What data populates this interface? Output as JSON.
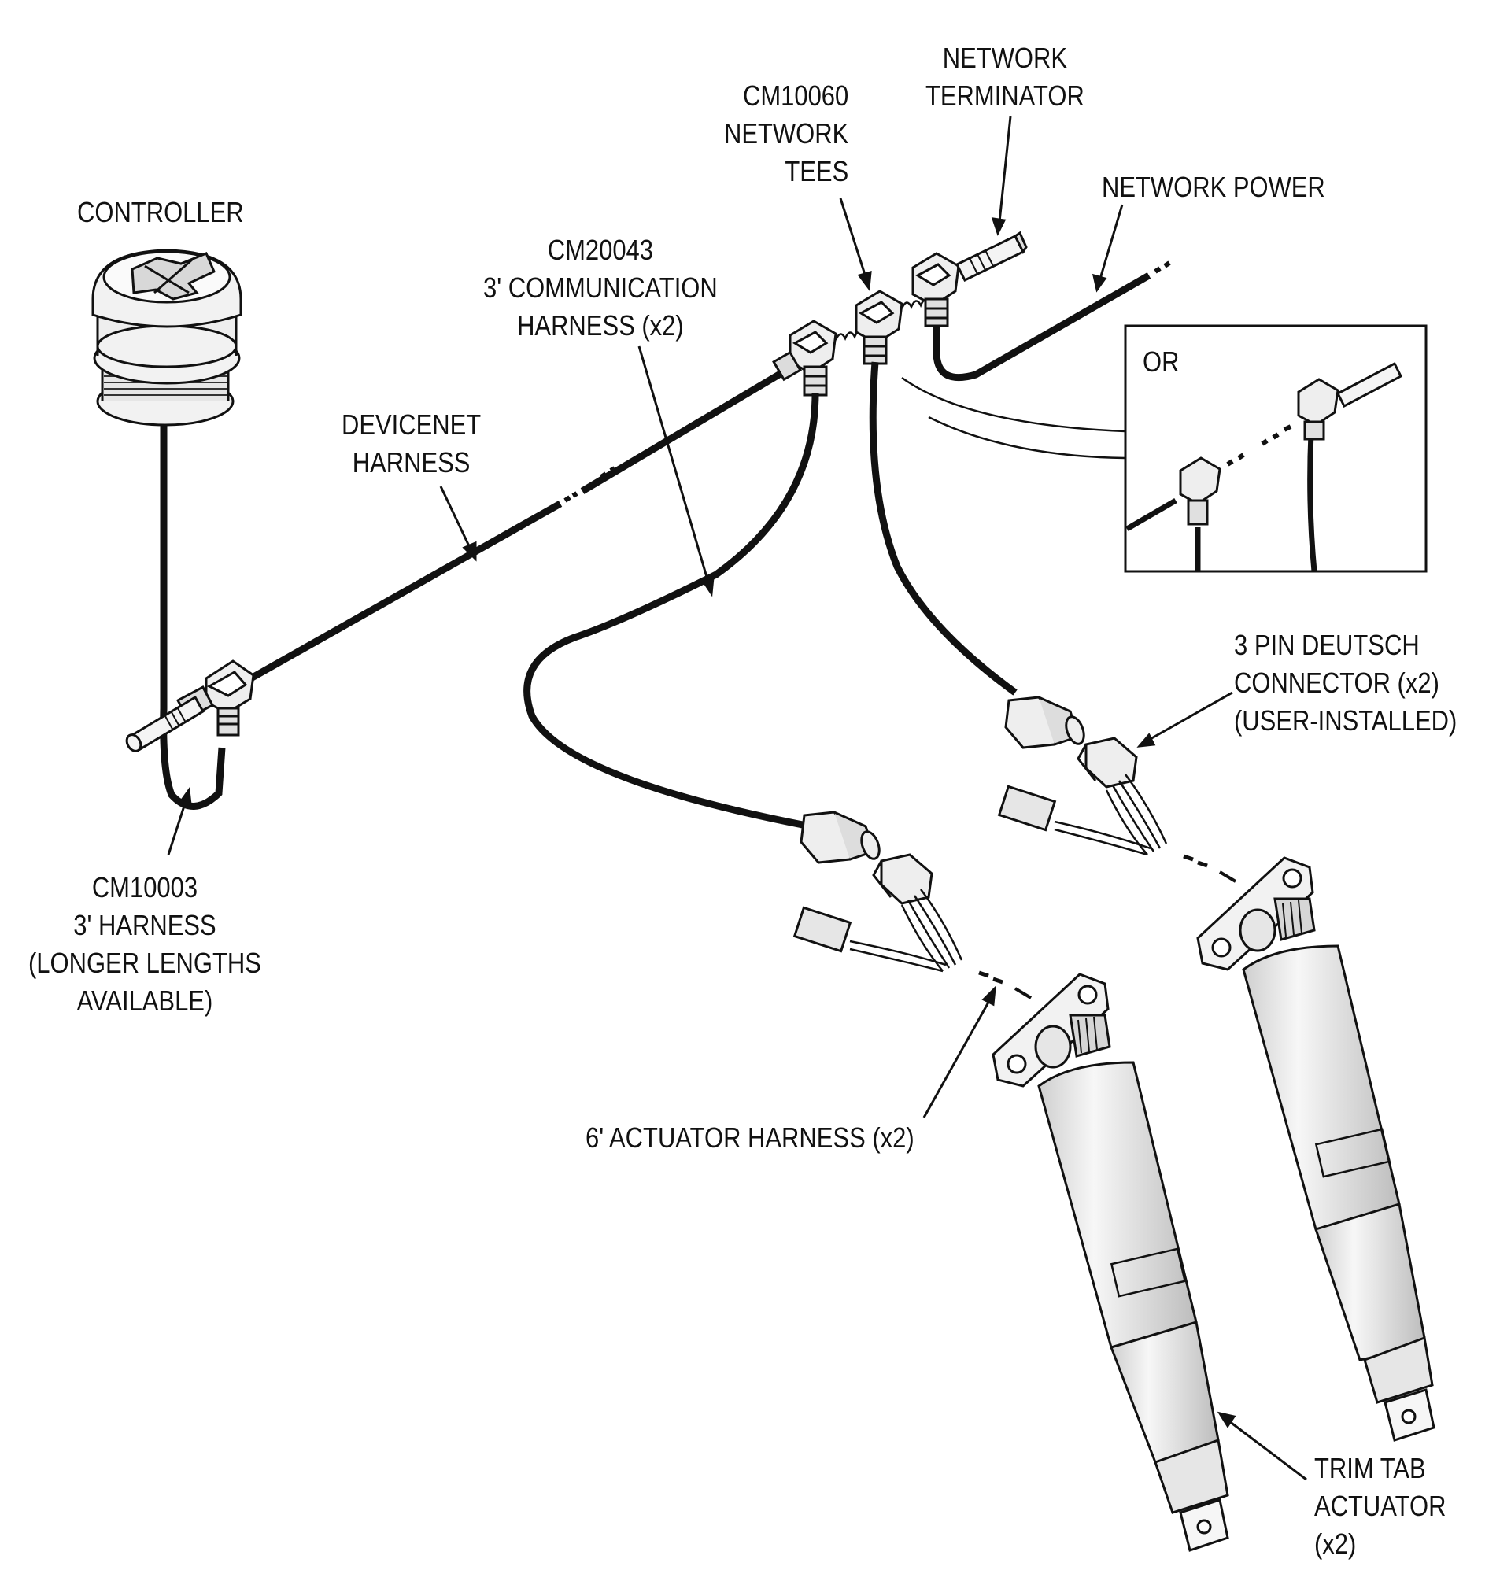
{
  "labels": {
    "controller": [
      "CONTROLLER"
    ],
    "devicenet_harness": [
      "DEVICENET",
      "HARNESS"
    ],
    "cm10003": [
      "CM10003",
      "3' HARNESS",
      "(LONGER LENGTHS",
      "AVAILABLE)"
    ],
    "cm20043": [
      "CM20043",
      "3' COMMUNICATION",
      "HARNESS (x2)"
    ],
    "cm10060": [
      "CM10060",
      "NETWORK",
      "TEES"
    ],
    "network_terminator": [
      "NETWORK",
      "TERMINATOR"
    ],
    "network_power": [
      "NETWORK POWER"
    ],
    "or": [
      "OR"
    ],
    "deutsch_connector": [
      "3 PIN DEUTSCH",
      "CONNECTOR (x2)",
      "(USER-INSTALLED)"
    ],
    "actuator_harness": [
      "6' ACTUATOR HARNESS (x2)"
    ],
    "trim_tab_actuator": [
      "TRIM TAB",
      "ACTUATOR",
      "(x2)"
    ]
  },
  "colors": {
    "ink": "#111111",
    "fill_light": "#f2f2f2",
    "fill_mid": "#d9d9d9",
    "background": "#ffffff"
  }
}
